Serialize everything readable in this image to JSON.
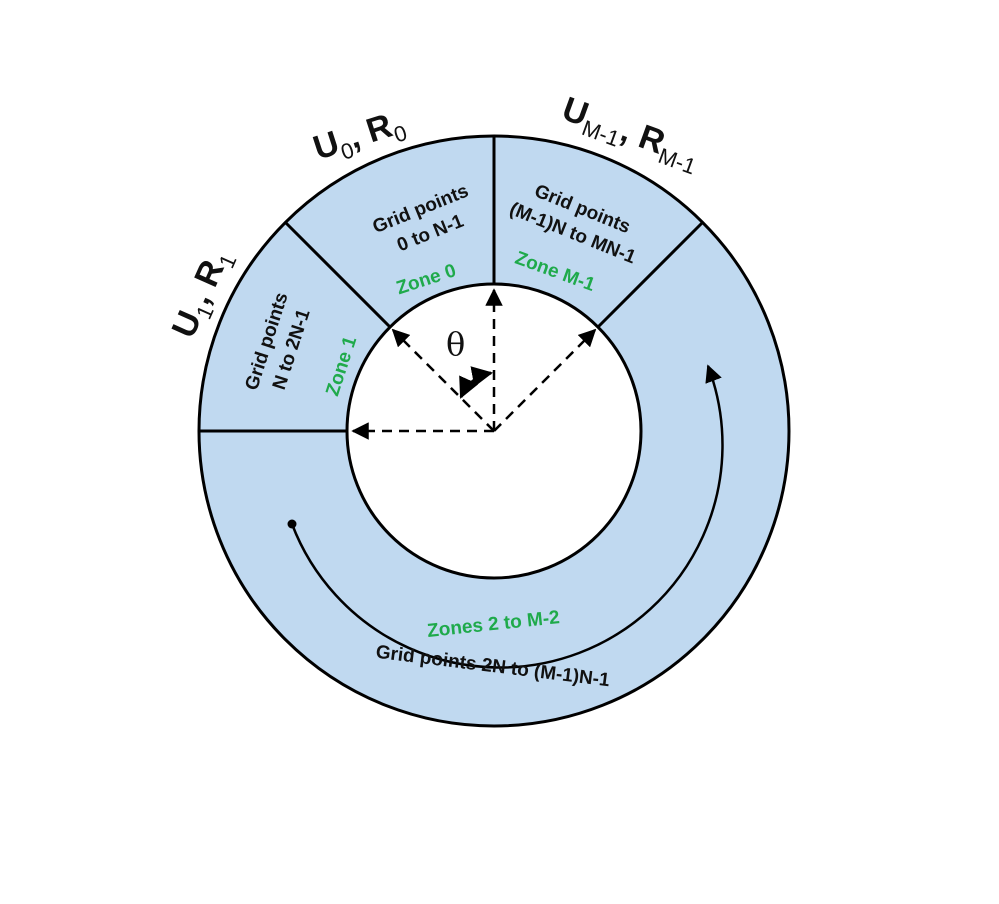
{
  "colors": {
    "fill": "#c0d9f0",
    "stroke": "#000000",
    "zone_text": "#1faa4b",
    "text": "#111111"
  },
  "theta": "θ",
  "zones": {
    "zone0": {
      "grid_line1": "Grid points",
      "grid_line2": "0 to N-1",
      "zone_label": "Zone 0"
    },
    "zoneM1": {
      "grid_line1": "Grid points",
      "grid_line2": "(M-1)N to MN-1",
      "zone_label": "Zone M-1"
    },
    "zone1": {
      "grid_line1": "Grid points",
      "grid_line2": "N to 2N-1",
      "zone_label": "Zone 1"
    },
    "zones_rest": {
      "zone_label": "Zones 2 to M-2",
      "grid_label": "Grid points 2N to (M-1)N-1"
    }
  },
  "variables": {
    "u0r0": {
      "u": "U",
      "u_sub": "0",
      "sep": ", ",
      "r": "R",
      "r_sub": "0"
    },
    "u1r1": {
      "u": "U",
      "u_sub": "1",
      "sep": ", ",
      "r": "R",
      "r_sub": "1"
    },
    "um1rm1": {
      "u": "U",
      "u_sub": "M-1",
      "sep": ", ",
      "r": "R",
      "r_sub": "M-1"
    }
  }
}
